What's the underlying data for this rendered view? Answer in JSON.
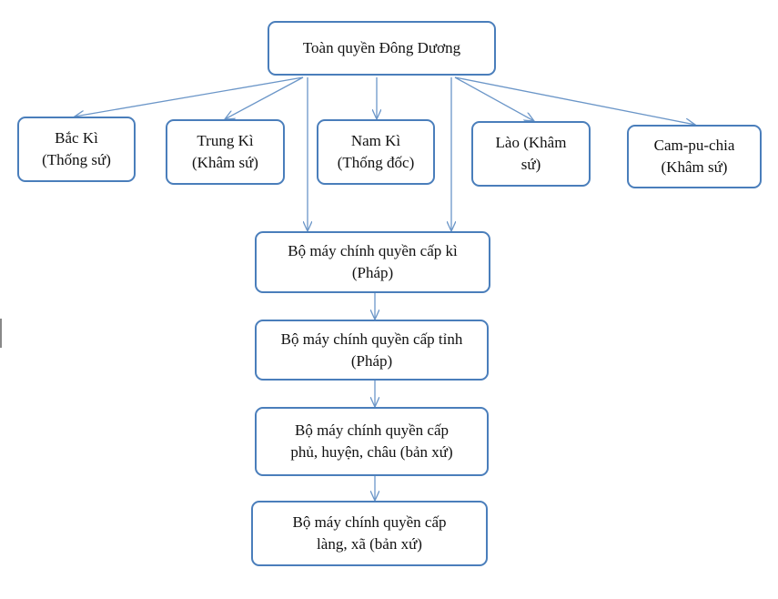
{
  "diagram": {
    "root": {
      "lines": [
        "Toàn quyền Đông Dương"
      ]
    },
    "regions": [
      {
        "lines": [
          "Bắc Kì",
          "(Thống sứ)"
        ]
      },
      {
        "lines": [
          "Trung Kì",
          "(Khâm sứ)"
        ]
      },
      {
        "lines": [
          "Nam Kì",
          "(Thống đốc)"
        ]
      },
      {
        "lines": [
          "Lào (Khâm",
          "sứ)"
        ]
      },
      {
        "lines": [
          "Cam-pu-chia",
          "(Khâm sứ)"
        ]
      }
    ],
    "levels": [
      {
        "lines": [
          "Bộ máy chính quyền cấp kì",
          "(Pháp)"
        ]
      },
      {
        "lines": [
          "Bộ máy chính quyền cấp tỉnh",
          "(Pháp)"
        ]
      },
      {
        "lines": [
          "Bộ máy chính quyền cấp",
          "phủ, huyện, châu (bản xứ)"
        ]
      },
      {
        "lines": [
          "Bộ máy chính quyền cấp",
          "làng, xã (bản xứ)"
        ]
      }
    ],
    "colors": {
      "box_border": "#4a7ebb",
      "arrow": "#6b96c8",
      "text": "#111111"
    }
  }
}
